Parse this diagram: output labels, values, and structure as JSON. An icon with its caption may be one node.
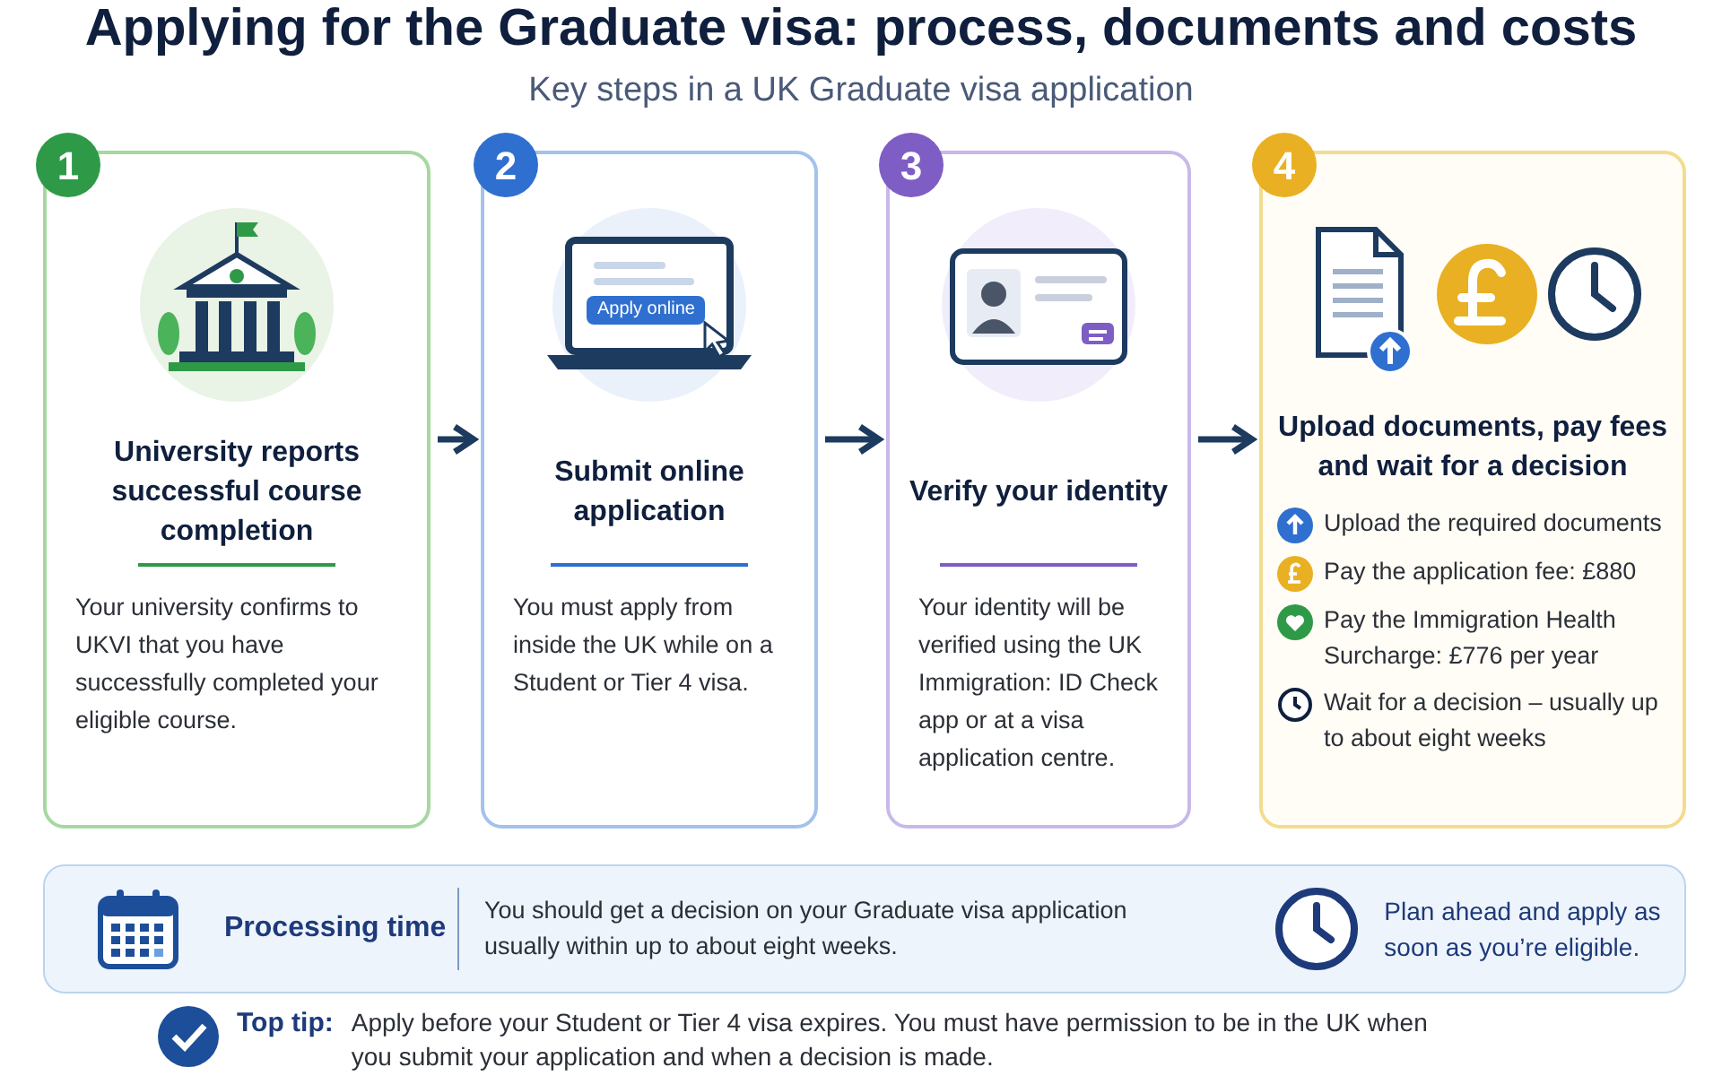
{
  "diagram": {
    "title": "Applying for the Graduate visa: process, documents and costs",
    "nodes": [
      {
        "text": [
          "1",
          "University reports successful course completion",
          "Your university confirms to UKVI that you have successfully completed your eligible course."
        ]
      },
      {
        "text": [
          "2",
          "Submit online application",
          "You must apply from inside the UK while on a Student or Tier 4 visa."
        ]
      },
      {
        "text": [
          "3",
          "Verify your identity",
          "Your identity will be verified using the UK Immigration: ID Check app or at a visa application centre."
        ]
      },
      {
        "text": [
          "4",
          "Upload documents, pay fees and wait for a decision",
          "Upload the required documents",
          "Pay the application fee: £880",
          "Pay the Immigration Health Surcharge: £776 per year",
          "Wait for a decision – usually up to about eight weeks"
        ]
      },
      {
        "text": [
          "Processing time",
          "You should get a decision on your Graduate visa application usually within up to about eight weeks.",
          "Plan ahead and apply as soon as you’re eligible."
        ]
      }
    ],
    "edges": [
      {
        "from": 0,
        "to": 1,
        "arrow": "to"
      },
      {
        "from": 1,
        "to": 2,
        "arrow": "to"
      },
      {
        "from": 2,
        "to": 3,
        "arrow": "to"
      }
    ],
    "labels": [
      "Key steps in a UK Graduate visa application",
      "Apply online",
      "Top tip:",
      "Apply before your Student or Tier 4 visa expires. You must have permission to be in the UK when you submit your application and when a decision is made."
    ]
  }
}
